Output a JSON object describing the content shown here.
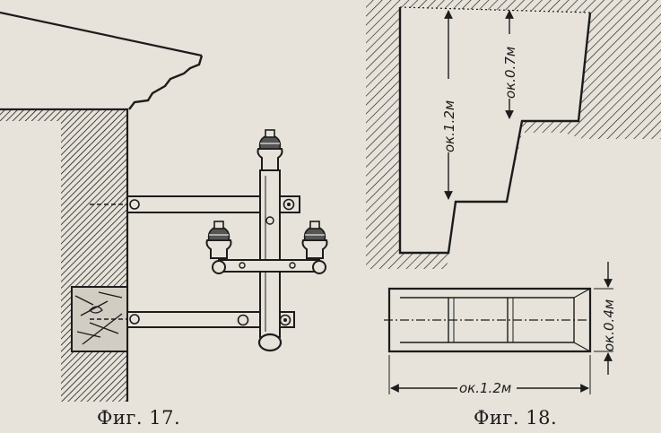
{
  "figures": [
    {
      "caption": "Фиг. 17."
    },
    {
      "caption": "Фиг. 18.",
      "dimensions": {
        "depth_main": "ок.1.2м",
        "depth_upper": "ок.0.7м",
        "width": "ок.0.4м",
        "length": "ок.1.2м"
      }
    }
  ],
  "colors": {
    "paper": "#e7e3da",
    "ink": "#1c1c1c"
  }
}
